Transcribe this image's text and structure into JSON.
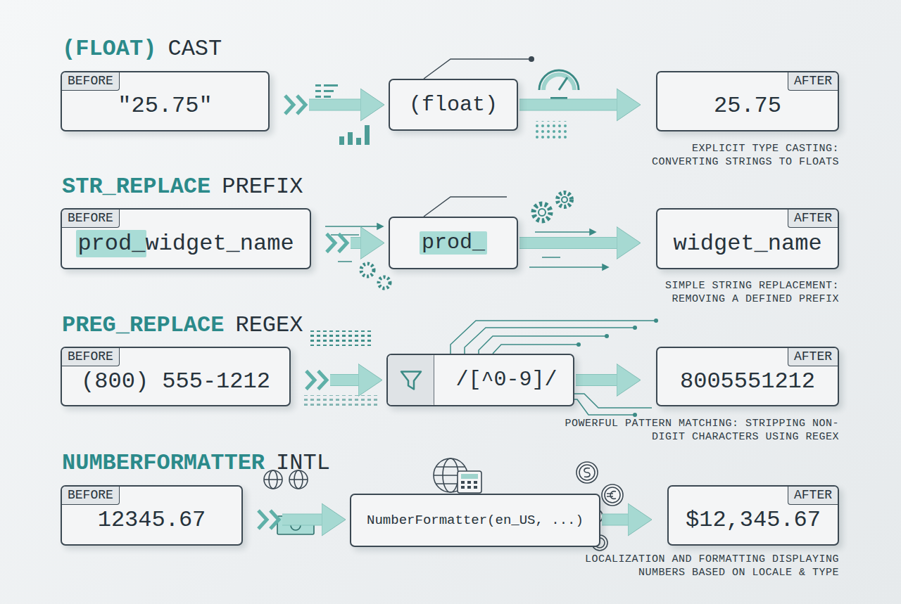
{
  "diagram": {
    "nodes": [
      {
        "text": [
          "BEFORE",
          "\"25.75\""
        ]
      },
      {
        "text": [
          "(float)"
        ]
      },
      {
        "text": [
          "AFTER",
          "25.75"
        ]
      },
      {
        "text": [
          "BEFORE",
          "prod_widget_name"
        ]
      },
      {
        "text": [
          "prod_"
        ]
      },
      {
        "text": [
          "AFTER",
          "widget_name"
        ]
      },
      {
        "text": [
          "BEFORE",
          "(800) 555-1212"
        ]
      },
      {
        "text": [
          "/[^0-9]/"
        ]
      },
      {
        "text": [
          "AFTER",
          "8005551212"
        ]
      },
      {
        "text": [
          "BEFORE",
          "12345.67"
        ]
      },
      {
        "text": [
          "NumberFormatter(en_US, ...)"
        ]
      },
      {
        "text": [
          "AFTER",
          "$12,345.67"
        ]
      }
    ],
    "edges": [
      {
        "from": 0,
        "to": 1,
        "arrow": "to"
      },
      {
        "from": 1,
        "to": 2,
        "arrow": "to"
      },
      {
        "from": 3,
        "to": 4,
        "arrow": "to"
      },
      {
        "from": 4,
        "to": 5,
        "arrow": "to"
      },
      {
        "from": 6,
        "to": 7,
        "arrow": "to"
      },
      {
        "from": 7,
        "to": 8,
        "arrow": "to"
      },
      {
        "from": 9,
        "to": 10,
        "arrow": "to"
      },
      {
        "from": 10,
        "to": 11,
        "arrow": "to"
      }
    ],
    "labels": [
      "(FLOAT)",
      "CAST",
      "EXPLICIT TYPE CASTING: CONVERTING STRINGS TO FLOATS",
      "STR_REPLACE",
      "PREFIX",
      "SIMPLE STRING REPLACEMENT: REMOVING A DEFINED PREFIX",
      "PREG_REPLACE",
      "REGEX",
      "POWERFUL PATTERN MATCHING: STRIPPING NON-DIGIT CHARACTERS USING REGEX",
      "NUMBERFORMATTER",
      "INTL",
      "LOCALIZATION AND FORMATTING DISPLAYING NUMBERS BASED ON LOCALE & TYPE"
    ]
  }
}
